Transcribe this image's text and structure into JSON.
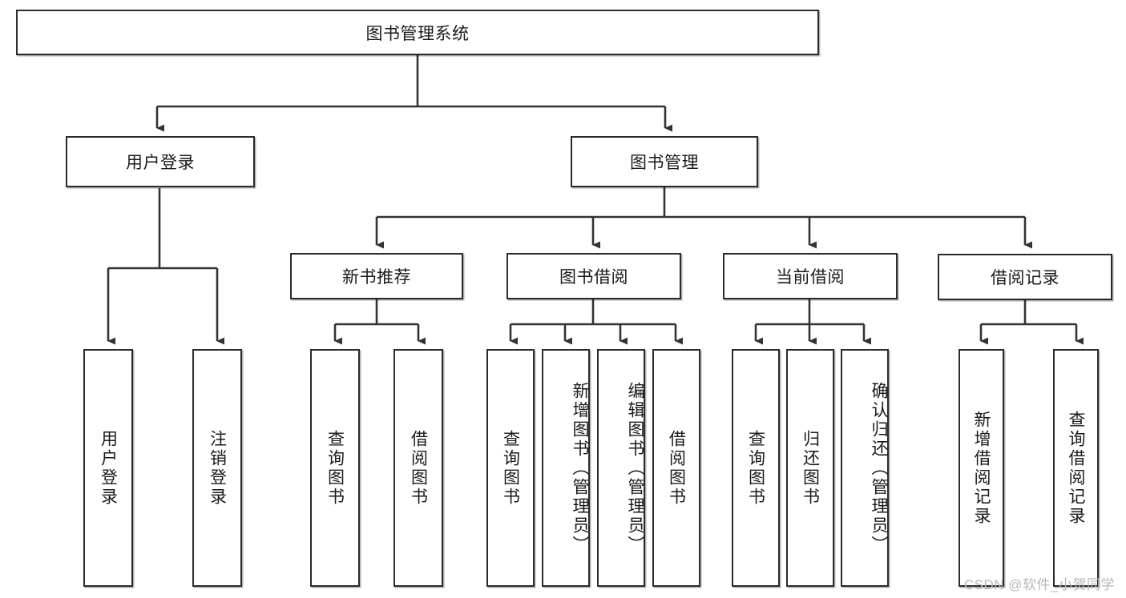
{
  "diagram": {
    "title": "图书管理系统",
    "type": "tree",
    "nodes": {
      "root": {
        "label": "图书管理系统"
      },
      "level2": [
        {
          "id": "user-login",
          "label": "用户登录"
        },
        {
          "id": "book-management",
          "label": "图书管理"
        }
      ],
      "level3": [
        {
          "id": "new-book-recommend",
          "label": "新书推荐"
        },
        {
          "id": "book-borrow",
          "label": "图书借阅"
        },
        {
          "id": "current-borrow",
          "label": "当前借阅"
        },
        {
          "id": "borrow-record",
          "label": "借阅记录"
        }
      ],
      "leaves": {
        "user_login": [
          {
            "id": "leaf-user-login",
            "label": "用户登录"
          },
          {
            "id": "leaf-logout-login",
            "label": "注销登录"
          }
        ],
        "new_book_recommend": [
          {
            "id": "leaf-query-book-1",
            "label": "查询图书"
          },
          {
            "id": "leaf-borrow-book-1",
            "label": "借阅图书"
          }
        ],
        "book_borrow": [
          {
            "id": "leaf-query-book-2",
            "label": "查询图书"
          },
          {
            "id": "leaf-add-book",
            "label": "新增图书（管理员）"
          },
          {
            "id": "leaf-edit-book",
            "label": "编辑图书（管理员）"
          },
          {
            "id": "leaf-borrow-book-2",
            "label": "借阅图书"
          }
        ],
        "current_borrow": [
          {
            "id": "leaf-query-book-3",
            "label": "查询图书"
          },
          {
            "id": "leaf-return-book",
            "label": "归还图书"
          },
          {
            "id": "leaf-confirm-return",
            "label": "确认归还（管理员）"
          }
        ],
        "borrow_record": [
          {
            "id": "leaf-add-record",
            "label": "新增借阅记录"
          },
          {
            "id": "leaf-query-record",
            "label": "查询借阅记录"
          }
        ]
      }
    },
    "colors": {
      "border": "#2b2b2b",
      "background": "#ffffff",
      "text": "#1a1a1a",
      "edge": "#333333",
      "watermark": "#b8b8b8"
    }
  },
  "watermark": {
    "text": "CSDN @软件_小贺同学"
  }
}
